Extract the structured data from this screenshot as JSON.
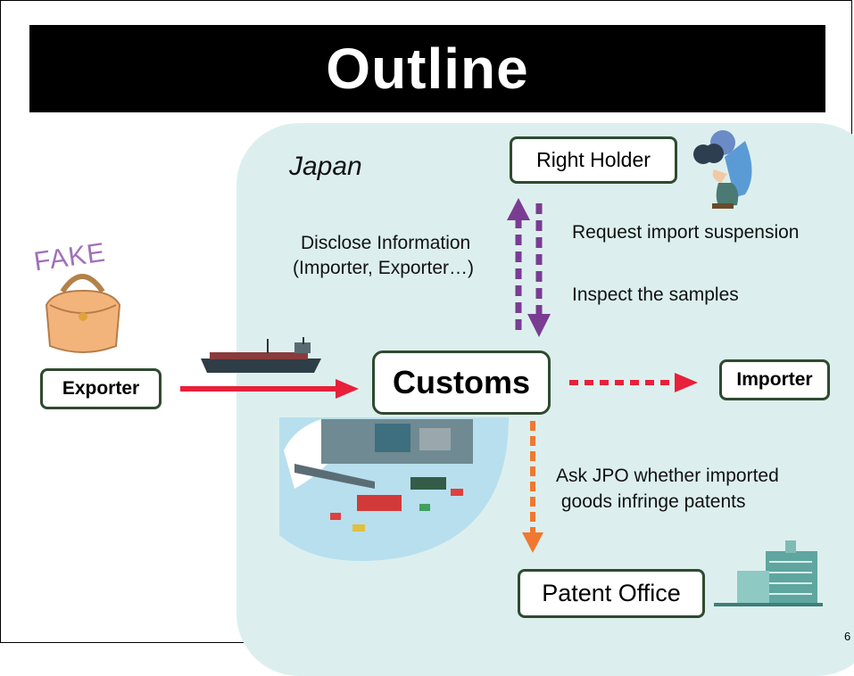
{
  "title": "Outline",
  "region_label": "Japan",
  "nodes": {
    "right_holder": "Right Holder",
    "exporter": "Exporter",
    "customs": "Customs",
    "importer": "Importer",
    "patent_office": "Patent Office"
  },
  "fake_label": "FAKE",
  "annotations": {
    "disclose_line1": "Disclose Information",
    "disclose_line2": "(Importer, Exporter…)",
    "request": "Request import suspension",
    "inspect": "Inspect the samples",
    "ask_line1": "Ask JPO whether imported",
    "ask_line2": " goods infringe patents"
  },
  "colors": {
    "title_bg": "#000000",
    "region_bg": "#dcefee",
    "purple_arrow": "#7a3c92",
    "red_arrow": "#e8203a",
    "orange_arrow": "#f07830"
  },
  "page_number": "6"
}
